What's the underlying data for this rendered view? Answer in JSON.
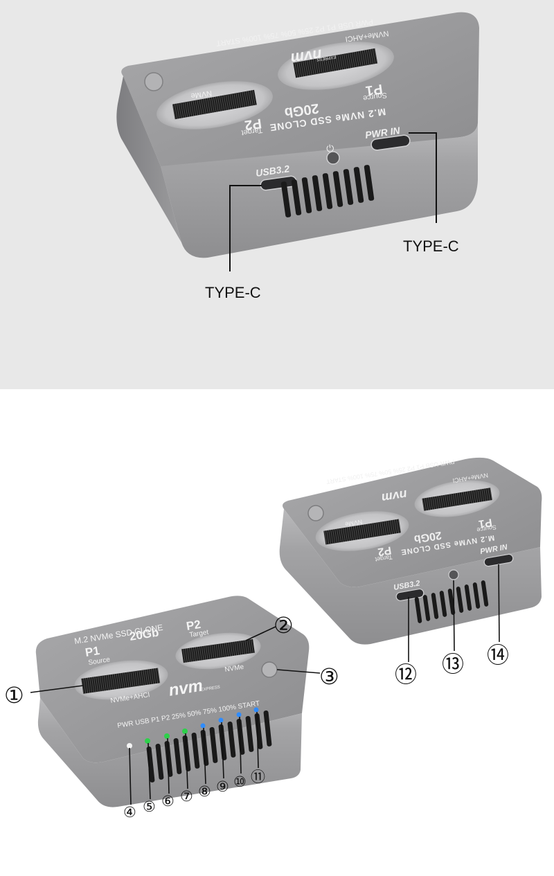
{
  "top_view": {
    "device": {
      "print_indicators": "PWR  USB  P1  P2  25%  50%  75%  100%  START",
      "nvm_logo": "nvm",
      "nvm_logo_sub": "EXPRESS",
      "slot1_label": "NVMe+AHCI",
      "slot2_label": "NVMe",
      "p1": "P1",
      "p1_sub": "Source",
      "p2": "P2",
      "p2_sub": "Target",
      "speed": "20Gb",
      "title": "M.2 NVMe SSD CLONE",
      "pwr_in": "PWR IN",
      "usb": "USB3.2",
      "power_symbol": "⏻"
    },
    "callouts": {
      "right": "TYPE-C",
      "left": "TYPE-C"
    }
  },
  "front_view": {
    "title": "M.2 NVMe SSD CLONE",
    "speed": "20Gb",
    "p1": "P1",
    "p1_sub": "Source",
    "p2": "P2",
    "p2_sub": "Target",
    "slot1_label": "NVMe+AHCI",
    "slot2_label": "NVMe",
    "nvm_logo": "nvm",
    "nvm_logo_sub": "EXPRESS",
    "start_label": "START",
    "indicators": "PWR USB  P1  P2  25%  50%  75%  100% START",
    "led_colors": {
      "white": "#f4f4f4",
      "green": "#2ed04b",
      "blue": "#2f8cff"
    }
  },
  "rear_view": {
    "print_indicators": "PWR  USB  P1  P2  25%  50%  75%  100%  START",
    "nvm_logo": "nvm",
    "slot1_label": "NVMe+AHCI",
    "slot2_label": "NVMe",
    "p1": "P1",
    "p1_sub": "Source",
    "p2": "P2",
    "p2_sub": "Target",
    "speed": "20Gb",
    "title": "M.2 NVMe SSD CLONE",
    "pwr_in": "PWR IN",
    "usb": "USB3.2"
  },
  "numbers": [
    "①",
    "②",
    "③",
    "④",
    "⑤",
    "⑥",
    "⑦",
    "⑧",
    "⑨",
    "⑩",
    "⑪",
    "⑫",
    "⑬",
    "⑭"
  ]
}
